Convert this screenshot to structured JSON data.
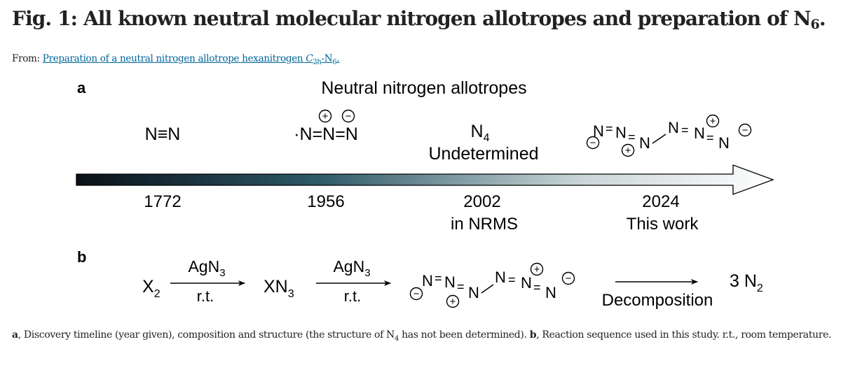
{
  "header": {
    "title_main": "Fig. 1: All known neutral molecular nitrogen allotropes and preparation of N",
    "title_sub": "6",
    "title_end": ".",
    "from_label": "From: ",
    "link_main": "Preparation of a neutral nitrogen allotrope hexanitrogen ",
    "link_italic": "C",
    "link_sub": "2h",
    "link_end": "-N",
    "link_sub2": "6",
    "link_dot": "."
  },
  "panel_a": {
    "label": "a",
    "heading": "Neutral nitrogen allotropes",
    "n2_formula": "N≡N",
    "azide_formula": "·N=N=N",
    "n4_formula": "N",
    "n4_sub": "4",
    "n4_status": "Undetermined",
    "n6_atom": "N",
    "bond_double": "=",
    "plus": "+",
    "minus": "−",
    "timeline": [
      {
        "year": "1772",
        "note": ""
      },
      {
        "year": "1956",
        "note": ""
      },
      {
        "year": "2002",
        "note": "in NRMS"
      },
      {
        "year": "2024",
        "note": "This work"
      }
    ]
  },
  "panel_b": {
    "label": "b",
    "x2": "X",
    "x2_sub": "2",
    "reagent1": "AgN",
    "reagent1_sub": "3",
    "cond1": "r.t.",
    "xn3": "XN",
    "xn3_sub": "3",
    "reagent2": "AgN",
    "reagent2_sub": "3",
    "cond2": "r.t.",
    "decomp": "Decomposition",
    "product": "3 N",
    "product_sub": "2"
  },
  "caption": {
    "a_label": "a",
    "a_text": ", Discovery timeline (year given), composition and structure (the structure of N",
    "a_sub": "4",
    "a_text2": " has not been determined). ",
    "b_label": "b",
    "b_text": ", Reaction sequence used in this study. r.t., room temperature."
  },
  "colors": {
    "title": "#222222",
    "link": "#006699",
    "arrow_dark": "#0a1018",
    "arrow_mid": "#2e5a68",
    "arrow_light": "#ffffff"
  }
}
